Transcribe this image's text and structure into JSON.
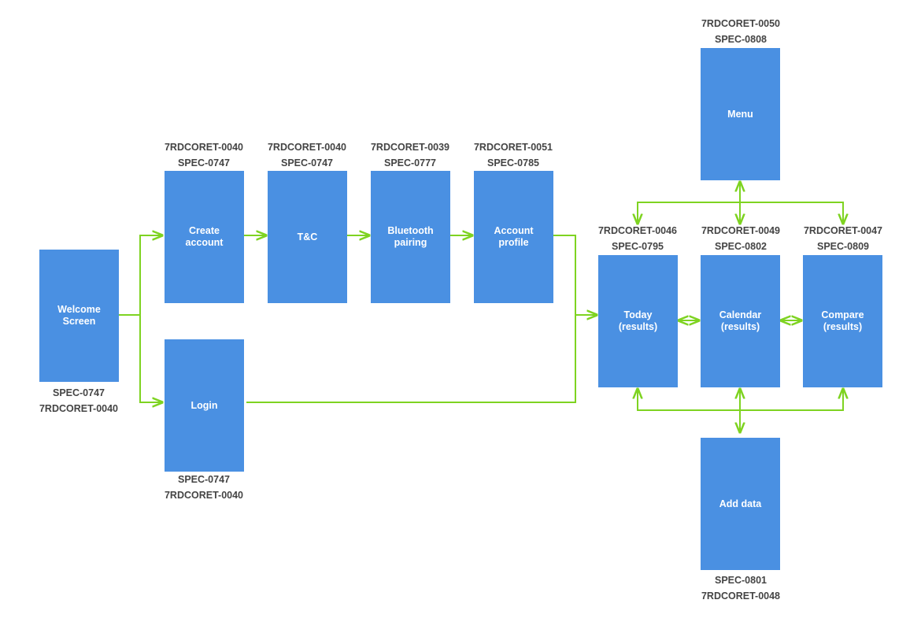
{
  "colors": {
    "box": "#4a90e2",
    "arrow": "#7ed321",
    "label_text": "#ffffff",
    "code_text": "#444444"
  },
  "nodes": {
    "welcome": {
      "label": "Welcome\nScreen",
      "codes": [
        "SPEC-0747",
        "7RDCORET-0040"
      ]
    },
    "create": {
      "label": "Create\naccount",
      "codes": [
        "7RDCORET-0040",
        "SPEC-0747"
      ]
    },
    "tc": {
      "label": "T&C",
      "codes": [
        "7RDCORET-0040",
        "SPEC-0747"
      ]
    },
    "bluetooth": {
      "label": "Bluetooth\npairing",
      "codes": [
        "7RDCORET-0039",
        "SPEC-0777"
      ]
    },
    "profile": {
      "label": "Account\nprofile",
      "codes": [
        "7RDCORET-0051",
        "SPEC-0785"
      ]
    },
    "login": {
      "label": "Login",
      "codes": [
        "SPEC-0747",
        "7RDCORET-0040"
      ]
    },
    "menu": {
      "label": "Menu",
      "codes": [
        "7RDCORET-0050",
        "SPEC-0808"
      ]
    },
    "today": {
      "label": "Today\n(results)",
      "codes": [
        "7RDCORET-0046",
        "SPEC-0795"
      ]
    },
    "calendar": {
      "label": "Calendar\n(results)",
      "codes": [
        "7RDCORET-0049",
        "SPEC-0802"
      ]
    },
    "compare": {
      "label": "Compare\n(results)",
      "codes": [
        "7RDCORET-0047",
        "SPEC-0809"
      ]
    },
    "adddata": {
      "label": "Add data",
      "codes": [
        "SPEC-0801",
        "7RDCORET-0048"
      ]
    }
  }
}
